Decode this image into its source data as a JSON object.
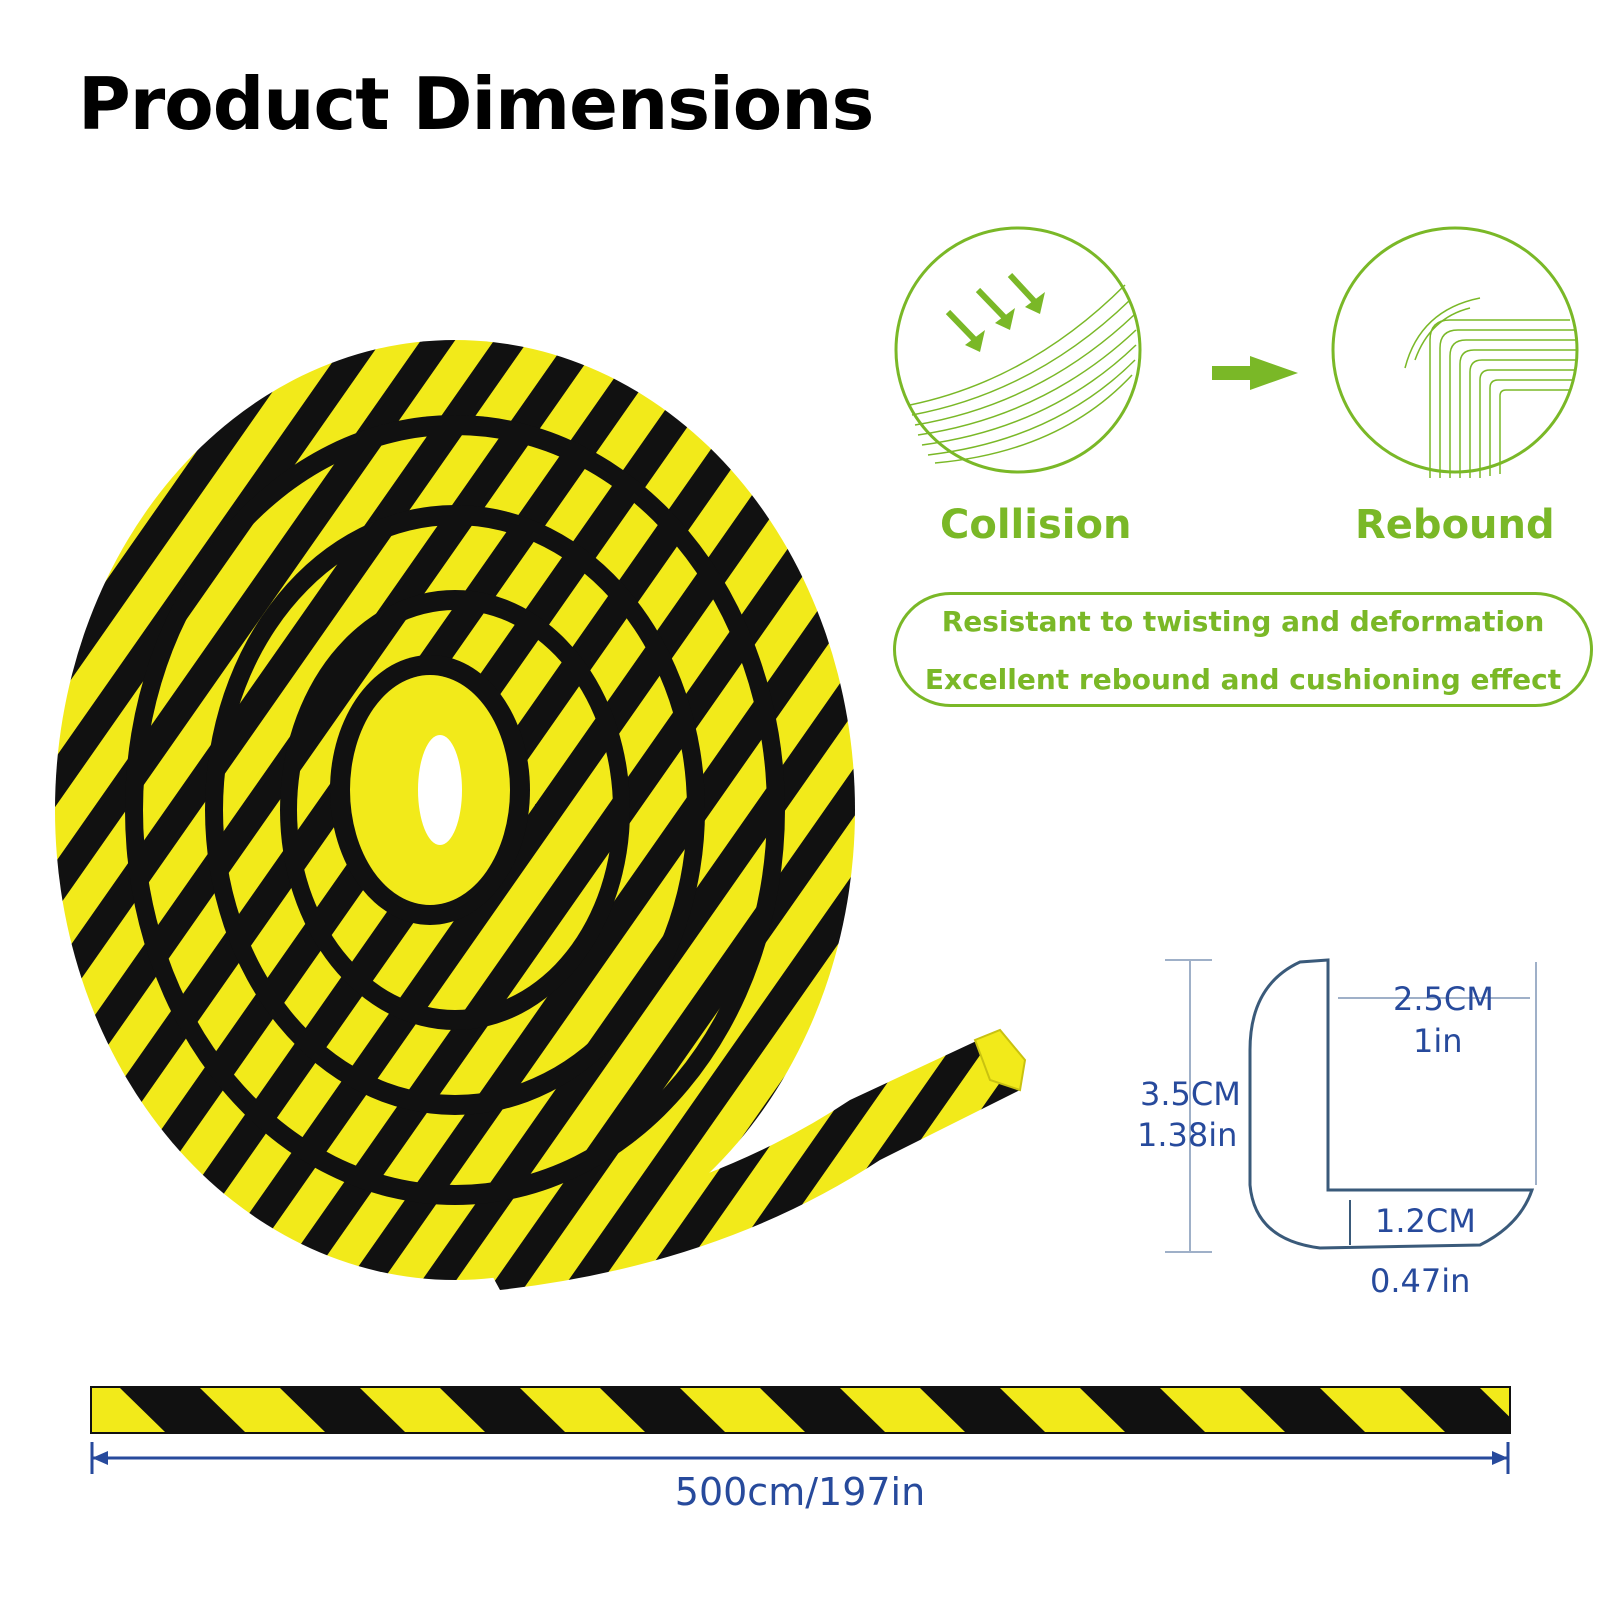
{
  "title": "Product Dimensions",
  "process": {
    "step1": "Collision",
    "step2": "Rebound"
  },
  "features": [
    "Resistant to twisting and deformation",
    "Excellent rebound and cushioning effect"
  ],
  "profile": {
    "width_cm": "2.5CM",
    "width_in": "1in",
    "height_cm": "3.5CM",
    "height_in": "1.38in",
    "thickness_cm": "1.2CM",
    "thickness_in": "0.47in"
  },
  "length_label": "500cm/197in",
  "colors": {
    "stripe_yellow": "#f2ea1a",
    "stripe_black": "#111111",
    "accent_green": "#7ab827",
    "dimension_blue": "#274a9c"
  },
  "icons": [
    "impact-arrows-icon",
    "arrow-right-icon",
    "layered-foam-icon"
  ]
}
